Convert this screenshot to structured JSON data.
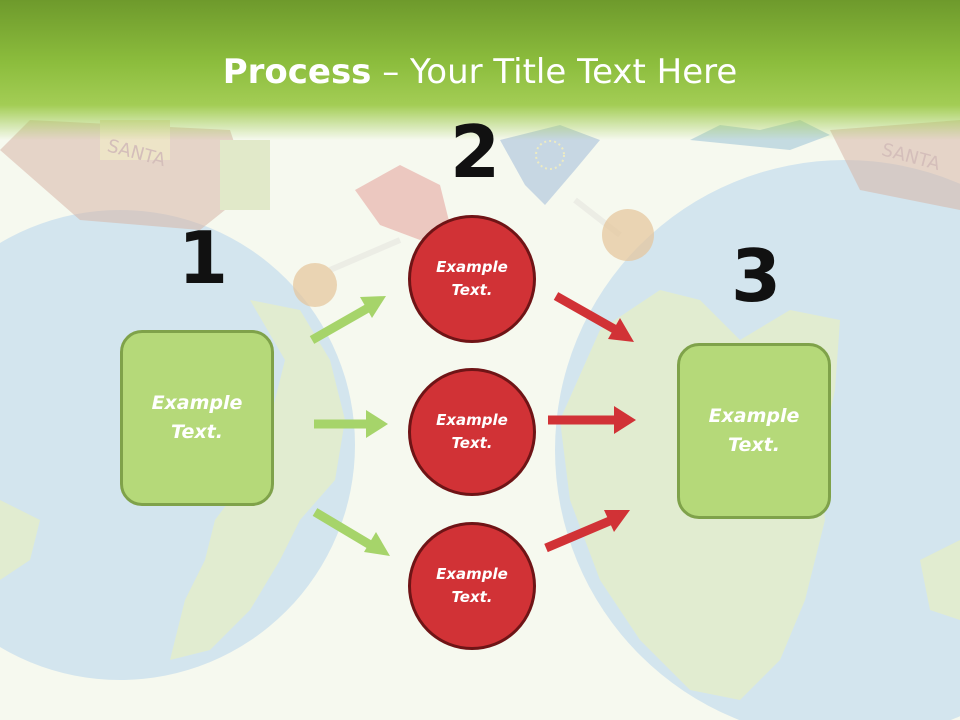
{
  "title": {
    "bold": "Process",
    "rest": " – Your Title Text Here"
  },
  "steps": [
    {
      "number": "1",
      "text": "Example\nText."
    },
    {
      "number": "2"
    },
    {
      "number": "3",
      "text": "Example\nText."
    }
  ],
  "circles": [
    {
      "text": "Example\nText."
    },
    {
      "text": "Example\nText."
    },
    {
      "text": "Example\nText."
    }
  ],
  "background_text": {
    "left_ship": "SANTA",
    "right_ship": "SANTA"
  },
  "colors": {
    "title_bar": "#8cbd3d",
    "box_fill": "#b5d979",
    "box_border": "#7fa24a",
    "circle_fill": "#d13236",
    "circle_border": "#6f1416",
    "green_arrow": "#a6d46a",
    "red_arrow": "#d13236",
    "globe": "#d3e5ee",
    "land": "#e1ecd0"
  }
}
